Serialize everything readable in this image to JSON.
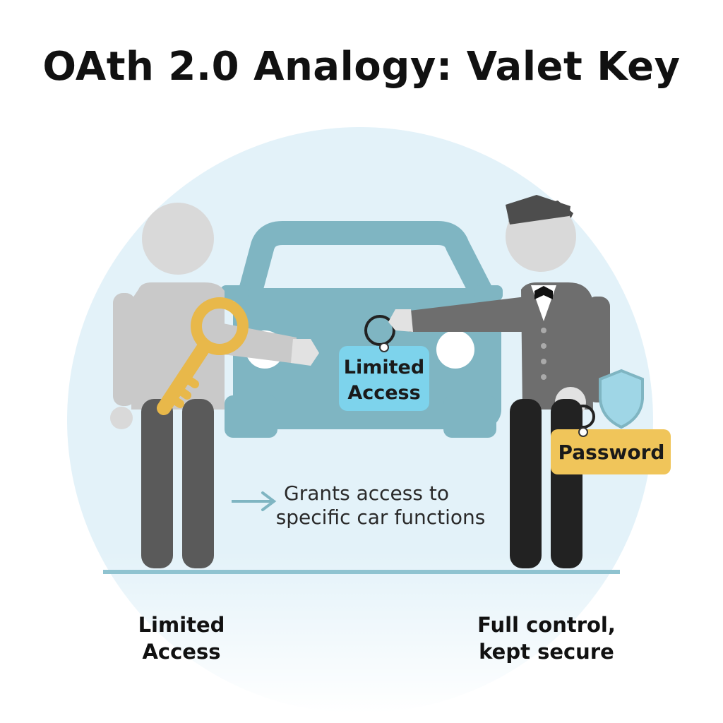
{
  "title": "OAth 2.0 Analogy: Valet Key",
  "tags": {
    "limited_access_line1": "Limited",
    "limited_access_line2": "Access",
    "password": "Password"
  },
  "caption": {
    "line1": "Grants access to",
    "line2": "specific car functions"
  },
  "labels": {
    "left_line1": "Limited",
    "left_line2": "Access",
    "right_line1": "Full control,",
    "right_line2": "kept secure"
  },
  "icons": [
    "car-icon",
    "key-icon",
    "shield-icon",
    "arrow-right-icon",
    "person-icon",
    "valet-icon"
  ],
  "colors": {
    "background_circle": "#e3f2f9",
    "car": "#7fb5c2",
    "key": "#e8b84a",
    "limited_tag": "#7dd3ec",
    "password_tag": "#f0c55a",
    "shield": "#9fd6e6",
    "owner_shirt": "#c9c9c9",
    "valet_jacket": "#6e6e6e",
    "ground": "#8fc3d0"
  }
}
